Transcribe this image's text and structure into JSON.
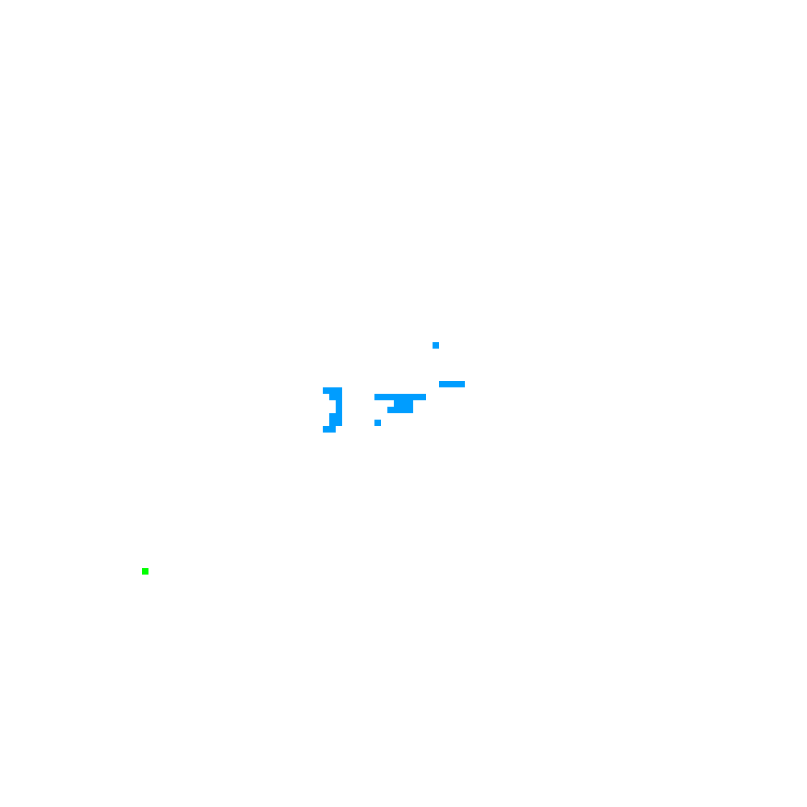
{
  "game": {
    "type": "cellular-automaton-grid",
    "grid_size": [
      125,
      125
    ],
    "colors": {
      "background": "#ffffff",
      "cell": "#009dff",
      "cursor": "#00ff00"
    },
    "live_cells": [
      [
        67,
        53
      ],
      [
        68,
        59
      ],
      [
        69,
        59
      ],
      [
        70,
        59
      ],
      [
        71,
        59
      ],
      [
        50,
        60
      ],
      [
        51,
        60
      ],
      [
        52,
        60
      ],
      [
        51,
        61
      ],
      [
        52,
        61
      ],
      [
        58,
        61
      ],
      [
        59,
        61
      ],
      [
        60,
        61
      ],
      [
        61,
        61
      ],
      [
        62,
        61
      ],
      [
        63,
        61
      ],
      [
        64,
        61
      ],
      [
        65,
        61
      ],
      [
        52,
        62
      ],
      [
        61,
        62
      ],
      [
        62,
        62
      ],
      [
        63,
        62
      ],
      [
        52,
        63
      ],
      [
        60,
        63
      ],
      [
        61,
        63
      ],
      [
        62,
        63
      ],
      [
        63,
        63
      ],
      [
        51,
        64
      ],
      [
        52,
        64
      ],
      [
        58,
        65
      ],
      [
        51,
        65
      ],
      [
        52,
        65
      ],
      [
        50,
        66
      ],
      [
        51,
        66
      ]
    ],
    "cursor_cell": [
      22,
      88
    ]
  }
}
